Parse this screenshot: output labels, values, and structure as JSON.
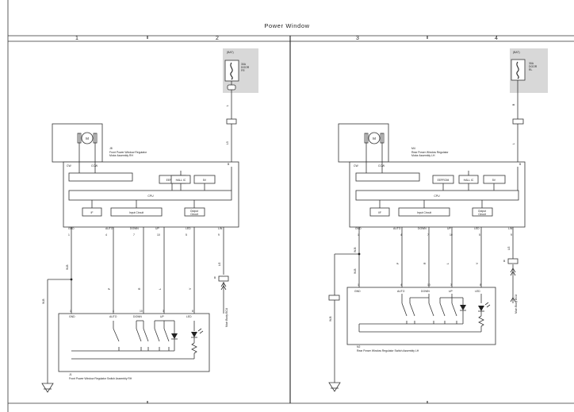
{
  "title": "Power Window",
  "columns": [
    "1",
    "2",
    "3",
    "4"
  ],
  "fuses": [
    {
      "label": "(BAT)",
      "rating": "30A",
      "name": "DOOR",
      "side": "FR"
    },
    {
      "label": "(BAT)",
      "rating": "30A",
      "name": "DOOR",
      "side": "RL"
    }
  ],
  "front": {
    "regulator": {
      "connector": "J8",
      "name_line1": "Front Power Window Regulator",
      "name_line2": "Motor Assembly RH",
      "motor": "M",
      "motor_pins": [
        "CW",
        "CCW"
      ],
      "blocks": [
        "EEPROM",
        "HALL IC",
        "5V",
        "CPU",
        "IF",
        "Input Circuit",
        "Output\nCircuit"
      ],
      "pins": [
        "GND",
        "AUTO",
        "DOWN",
        "UP",
        "LED",
        "LIN"
      ],
      "pin_numbers": [
        "1",
        "4",
        "7",
        "10",
        "5",
        "9"
      ],
      "b_pin": "B",
      "b_pin_number": "2"
    },
    "switch": {
      "connector": "J1",
      "name": "Front Power Window Regulator Switch Assembly RH",
      "pins": [
        "GND",
        "AUTO",
        "DOWN",
        "UP",
        "LED"
      ],
      "pin_numbers": [
        "1",
        "4",
        "10",
        "3",
        "8"
      ]
    },
    "wires": {
      "b_top": "L",
      "b_bot": "L5",
      "lin": "LG",
      "gnd": "W-B",
      "gnd_num": "W-B",
      "auto": "P",
      "down": "R",
      "up": "L",
      "led": "V"
    },
    "junction": {
      "top": "9",
      "mid": "B",
      "main": "Main Body ECU"
    }
  },
  "rear": {
    "regulator": {
      "connector": "M4",
      "name_line1": "Rear Power Window Regulator",
      "name_line2": "Motor Assembly LH",
      "motor": "M",
      "motor_pins": [
        "CW",
        "CCW"
      ],
      "blocks": [
        "EEPROM",
        "HALL IC",
        "5V",
        "CPU",
        "I/F",
        "Input Circuit",
        "Output\nCircuit"
      ],
      "pins": [
        "GND",
        "AUTO",
        "DOWN",
        "UP",
        "LED",
        "LIN"
      ],
      "pin_numbers": [
        "1",
        "4",
        "7",
        "10",
        "5",
        "9"
      ],
      "b_pin": "B",
      "b_pin_number": "2"
    },
    "switch": {
      "connector": "N2",
      "name": "Rear Power Window Regulator Switch Assembly LH",
      "pins": [
        "GND",
        "AUTO",
        "DOWN",
        "UP",
        "LED"
      ],
      "pin_numbers": [
        "1",
        "4",
        "10",
        "3",
        "8"
      ]
    },
    "wires": {
      "b_top": "B",
      "b_bot": "L",
      "lin": "LG",
      "gnd": "W-B",
      "auto": "P",
      "down": "R",
      "up": "L",
      "led": "V"
    },
    "junction": {
      "top": "27",
      "mid": "B",
      "main": "Main Body ECU"
    }
  }
}
